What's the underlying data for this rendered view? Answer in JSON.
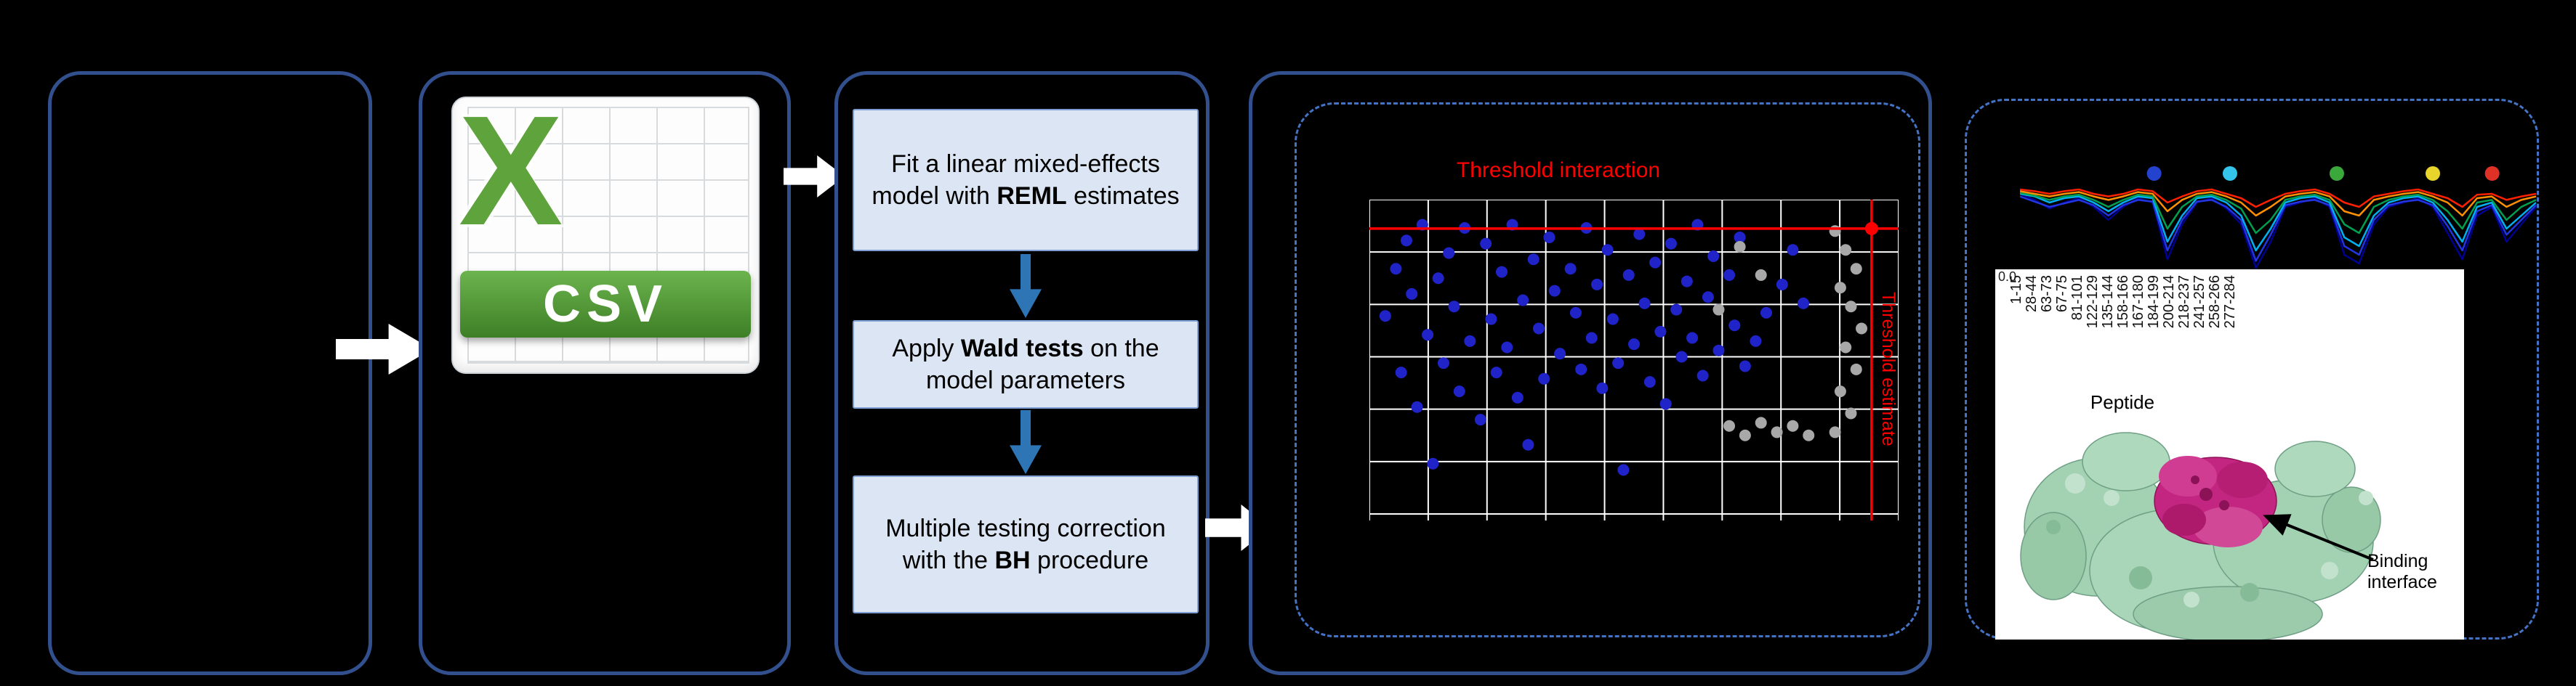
{
  "colors": {
    "background": "#000000",
    "panel_border": "#33508e",
    "dashed_border": "#4472c4",
    "step_fill": "#dbe5f3",
    "step_border": "#7f9fd4",
    "flow_arrow_blue": "#2e75b6",
    "flow_arrow_white": "#ffffff",
    "threshold_red": "#ff0000",
    "csv_green": "#5fa33c"
  },
  "csv_panel": {
    "x_label": "X",
    "csv_label": "CSV"
  },
  "pipeline": {
    "steps": [
      {
        "pre": "Fit a linear mixed-effects model with ",
        "bold": "REML",
        "post": " estimates"
      },
      {
        "pre": "Apply ",
        "bold": "Wald tests",
        "post": " on the model parameters"
      },
      {
        "pre": "Multiple testing correction with the ",
        "bold": "BH",
        "post": " procedure"
      }
    ]
  },
  "chart_data": [
    {
      "type": "scatter",
      "title": "Threshold interaction",
      "right_axis_label": "Threshold estimate",
      "grid": true,
      "point_colors": {
        "blue": "#1f23c8",
        "gray": "#a8a8a8",
        "red": "#ff0000"
      },
      "threshold_lines": {
        "horizontal_y_pct": 9.2,
        "vertical_x_pct": 94.9,
        "color": "#ff0000"
      },
      "points_blue_pct": [
        [
          3,
          37
        ],
        [
          5,
          22
        ],
        [
          6,
          55
        ],
        [
          7,
          13
        ],
        [
          8,
          30
        ],
        [
          9,
          66
        ],
        [
          10,
          8
        ],
        [
          11,
          43
        ],
        [
          12,
          84
        ],
        [
          13,
          25
        ],
        [
          14,
          52
        ],
        [
          15,
          17
        ],
        [
          16,
          34
        ],
        [
          17,
          61
        ],
        [
          18,
          9
        ],
        [
          19,
          45
        ],
        [
          21,
          70
        ],
        [
          22,
          14
        ],
        [
          23,
          38
        ],
        [
          24,
          55
        ],
        [
          25,
          23
        ],
        [
          26,
          47
        ],
        [
          27,
          8
        ],
        [
          28,
          63
        ],
        [
          29,
          32
        ],
        [
          30,
          78
        ],
        [
          31,
          19
        ],
        [
          32,
          41
        ],
        [
          33,
          57
        ],
        [
          34,
          12
        ],
        [
          35,
          29
        ],
        [
          36,
          49
        ],
        [
          38,
          22
        ],
        [
          39,
          36
        ],
        [
          40,
          54
        ],
        [
          41,
          9
        ],
        [
          42,
          44
        ],
        [
          43,
          27
        ],
        [
          44,
          60
        ],
        [
          45,
          16
        ],
        [
          46,
          38
        ],
        [
          47,
          52
        ],
        [
          48,
          86
        ],
        [
          49,
          24
        ],
        [
          50,
          46
        ],
        [
          51,
          11
        ],
        [
          52,
          33
        ],
        [
          53,
          58
        ],
        [
          54,
          20
        ],
        [
          55,
          42
        ],
        [
          56,
          65
        ],
        [
          57,
          14
        ],
        [
          58,
          35
        ],
        [
          59,
          50
        ],
        [
          60,
          26
        ],
        [
          61,
          44
        ],
        [
          62,
          8
        ],
        [
          63,
          56
        ],
        [
          64,
          31
        ],
        [
          65,
          18
        ],
        [
          66,
          48
        ],
        [
          68,
          24
        ],
        [
          69,
          40
        ],
        [
          70,
          12
        ],
        [
          71,
          53
        ],
        [
          73,
          45
        ],
        [
          75,
          36
        ],
        [
          78,
          27
        ],
        [
          80,
          16
        ],
        [
          82,
          33
        ]
      ],
      "points_gray_pct": [
        [
          88,
          10
        ],
        [
          90,
          16
        ],
        [
          92,
          22
        ],
        [
          89,
          28
        ],
        [
          91,
          34
        ],
        [
          93,
          41
        ],
        [
          90,
          47
        ],
        [
          92,
          54
        ],
        [
          89,
          61
        ],
        [
          91,
          68
        ],
        [
          88,
          74
        ],
        [
          70,
          15
        ],
        [
          74,
          24
        ],
        [
          66,
          35
        ],
        [
          68,
          72
        ],
        [
          71,
          75
        ],
        [
          74,
          71
        ],
        [
          77,
          74
        ],
        [
          80,
          72
        ],
        [
          83,
          75
        ]
      ],
      "points_red_pct": [
        [
          94.9,
          9.2
        ]
      ]
    },
    {
      "type": "line",
      "x_axis_label": "Peptide",
      "y_zero_label": "0.0",
      "x_categories": [
        "1-15",
        "28-44",
        "63-73",
        "67-75",
        "81-101",
        "122-129",
        "135-144",
        "158-166",
        "167-180",
        "184-199",
        "200-214",
        "218-237",
        "241-257",
        "258-266",
        "277-284"
      ],
      "legend_dots": [
        {
          "x_frac": 0.26,
          "color": "#2343cf"
        },
        {
          "x_frac": 0.407,
          "color": "#35c4ea"
        },
        {
          "x_frac": 0.614,
          "color": "#3aa83a"
        },
        {
          "x_frac": 0.8,
          "color": "#e8d52b"
        },
        {
          "x_frac": 0.915,
          "color": "#e03127"
        }
      ],
      "series": [
        {
          "name": "navy",
          "color": "#000090",
          "values": [
            0.15,
            0.22,
            0.32,
            0.25,
            0.2,
            0.3,
            0.45,
            0.3,
            0.2,
            0.25,
            0.9,
            0.5,
            0.25,
            0.2,
            0.32,
            0.5,
            1.0,
            0.7,
            0.3,
            0.25,
            0.2,
            0.3,
            0.85,
            0.95,
            0.5,
            0.3,
            0.25,
            0.2,
            0.3,
            0.6,
            0.9,
            0.4,
            0.3,
            0.7,
            0.5,
            0.3
          ]
        },
        {
          "name": "blue",
          "color": "#2235e0",
          "values": [
            0.18,
            0.24,
            0.3,
            0.26,
            0.22,
            0.28,
            0.4,
            0.28,
            0.22,
            0.24,
            0.8,
            0.45,
            0.24,
            0.22,
            0.3,
            0.45,
            0.92,
            0.62,
            0.28,
            0.24,
            0.22,
            0.28,
            0.75,
            0.85,
            0.45,
            0.28,
            0.24,
            0.22,
            0.28,
            0.52,
            0.8,
            0.35,
            0.28,
            0.62,
            0.45,
            0.28
          ]
        },
        {
          "name": "cyan",
          "color": "#00b0f0",
          "values": [
            0.15,
            0.18,
            0.25,
            0.2,
            0.18,
            0.25,
            0.35,
            0.25,
            0.18,
            0.2,
            0.7,
            0.4,
            0.2,
            0.18,
            0.25,
            0.4,
            0.8,
            0.55,
            0.25,
            0.2,
            0.18,
            0.25,
            0.65,
            0.75,
            0.4,
            0.25,
            0.2,
            0.18,
            0.25,
            0.45,
            0.7,
            0.3,
            0.25,
            0.55,
            0.4,
            0.25
          ]
        },
        {
          "name": "green",
          "color": "#00a050",
          "values": [
            0.14,
            0.17,
            0.22,
            0.18,
            0.16,
            0.22,
            0.3,
            0.22,
            0.16,
            0.18,
            0.55,
            0.3,
            0.18,
            0.16,
            0.22,
            0.32,
            0.6,
            0.45,
            0.22,
            0.18,
            0.16,
            0.22,
            0.5,
            0.6,
            0.3,
            0.22,
            0.18,
            0.16,
            0.22,
            0.35,
            0.55,
            0.25,
            0.22,
            0.45,
            0.3,
            0.22
          ]
        },
        {
          "name": "orange",
          "color": "#ff9000",
          "values": [
            0.12,
            0.15,
            0.18,
            0.15,
            0.13,
            0.18,
            0.22,
            0.18,
            0.13,
            0.15,
            0.35,
            0.22,
            0.15,
            0.13,
            0.18,
            0.25,
            0.4,
            0.3,
            0.18,
            0.15,
            0.13,
            0.18,
            0.35,
            0.4,
            0.22,
            0.18,
            0.15,
            0.13,
            0.18,
            0.25,
            0.4,
            0.2,
            0.18,
            0.3,
            0.22,
            0.18
          ]
        },
        {
          "name": "red",
          "color": "#ff2000",
          "values": [
            0.1,
            0.12,
            0.15,
            0.12,
            0.1,
            0.15,
            0.18,
            0.15,
            0.1,
            0.12,
            0.25,
            0.18,
            0.12,
            0.1,
            0.15,
            0.2,
            0.3,
            0.22,
            0.15,
            0.12,
            0.1,
            0.15,
            0.25,
            0.3,
            0.18,
            0.15,
            0.12,
            0.1,
            0.15,
            0.2,
            0.3,
            0.16,
            0.15,
            0.22,
            0.18,
            0.15
          ]
        }
      ]
    }
  ],
  "structure": {
    "annotation": "Binding interface"
  }
}
